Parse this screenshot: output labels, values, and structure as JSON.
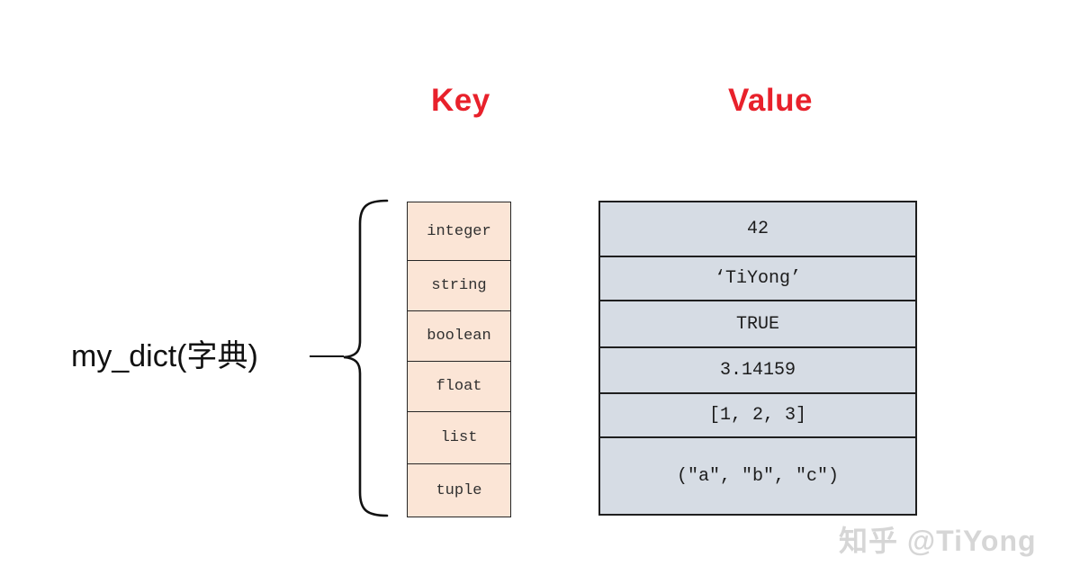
{
  "headers": {
    "key": "Key",
    "value": "Value",
    "color": "#e8212b"
  },
  "label": {
    "text": "my_dict(字典)"
  },
  "keys": [
    "integer",
    "string",
    "boolean",
    "float",
    "list",
    "tuple"
  ],
  "values": [
    "42",
    "‘TiYong’",
    "TRUE",
    "3.14159",
    "[1, 2, 3]",
    "(″a″, ″b″, ″c″)"
  ],
  "colors": {
    "key_cell_background": "#fbe5d6",
    "value_cell_background": "#d6dce4",
    "border": "#262626",
    "heading_red": "#e8212b",
    "watermark_gray": "#d6d6d6"
  },
  "watermark": {
    "text": "知乎 @TiYong"
  }
}
